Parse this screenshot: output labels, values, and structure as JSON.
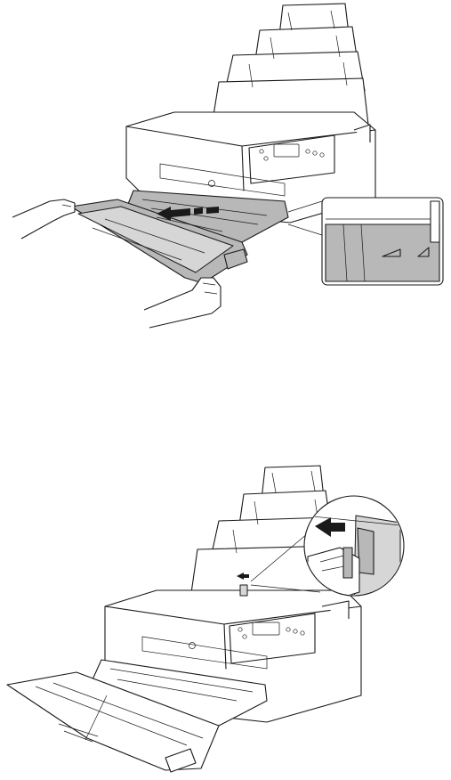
{
  "figures": [
    {
      "id": "fig1",
      "content": "printer-front-cassette-being-pulled-out"
    },
    {
      "id": "fig2",
      "content": "printer-paper-support-edge-guide-adjusted"
    }
  ],
  "icons": [
    "printer-icon",
    "paper-support-icon",
    "output-tray-icon",
    "hand-icon",
    "arrow-left-icon",
    "magnifier-callout-icon",
    "edge-guide-icon"
  ],
  "colors": {
    "line": "#1a1a1a",
    "fill_gray": "#b8b8b8",
    "fill_light": "#d6d6d6",
    "background": "#ffffff"
  }
}
